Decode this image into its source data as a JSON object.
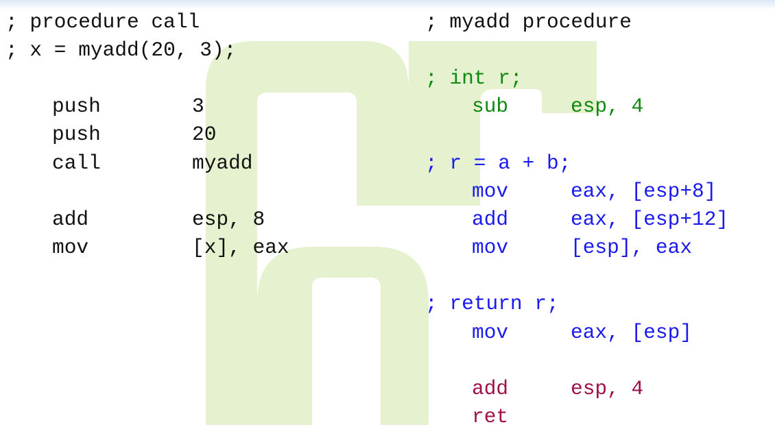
{
  "colors": {
    "text": "#111111",
    "local_var": "#0f8a0f",
    "body": "#1a1aee",
    "epilogue": "#a0104a",
    "watermark": "#e6f2cf"
  },
  "left": {
    "comment1": "; procedure call",
    "comment2": "; x = myadd(20, 3);",
    "instructions": [
      {
        "op": "push",
        "arg": "3"
      },
      {
        "op": "push",
        "arg": "20"
      },
      {
        "op": "call",
        "arg": "myadd"
      },
      {
        "op": "add",
        "arg": "esp, 8"
      },
      {
        "op": "mov",
        "arg": "[x], eax"
      }
    ]
  },
  "right": {
    "title": "; myadd procedure",
    "c_int": "; int r;",
    "sub": {
      "op": "sub",
      "arg": "esp, 4"
    },
    "c_add": "; r = a + b;",
    "body_ops": [
      {
        "op": "mov",
        "arg": "eax, [esp+8]"
      },
      {
        "op": "add",
        "arg": "eax, [esp+12]"
      },
      {
        "op": "mov",
        "arg": "[esp], eax"
      }
    ],
    "c_return": "; return r;",
    "ret_mov": {
      "op": "mov",
      "arg": "eax, [esp]"
    },
    "epilogue": [
      {
        "op": "add",
        "arg": "esp, 4"
      },
      {
        "op": "ret",
        "arg": ""
      }
    ]
  }
}
